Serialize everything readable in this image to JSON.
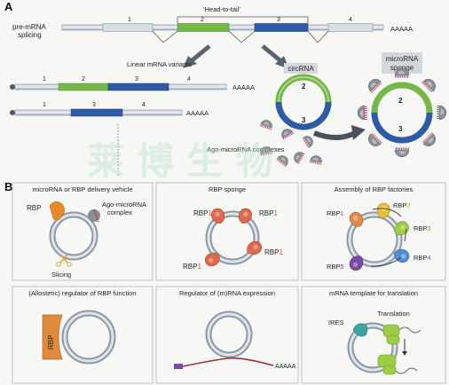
{
  "panel_a": {
    "letter": "A",
    "premrna": {
      "line1": "pre-mRNA",
      "line2": "splicing"
    },
    "exon_numbers": [
      "1",
      "2",
      "3",
      "4"
    ],
    "head_to_tail": "'Head-to-tail'",
    "polya": "AAAAA",
    "linear_variants": "Linear mRNA variants",
    "circrna": "circRNA",
    "circ_exons": [
      "2",
      "3"
    ],
    "sponge": {
      "line1": "microRNA",
      "line2": "sponge"
    },
    "ago_complexes": "Ago-microRNA complexes",
    "colors": {
      "exon2": "#74b84a",
      "exon3": "#2f5aa8",
      "intron": "#9aa7b6",
      "ago": "#8a8f96",
      "mirna": "#c8324a"
    }
  },
  "panel_b": {
    "letter": "B",
    "titles": [
      "microRNA or RBP delivery vehicle",
      "RBP sponge",
      "Assembly of RBP factories",
      "(Allosteric) regulator of RBP function",
      "Regulator of (m)RNA expression",
      "mRNA template for translation"
    ],
    "delivery": {
      "rbp": "RBP",
      "ago1": "Ago-microRNA",
      "ago2": "complex",
      "slicing": "Slicing"
    },
    "sponge_rbp": {
      "prefix": "RBP",
      "index": "1"
    },
    "factories": {
      "prefix": "RBP",
      "idx": [
        "1",
        "2",
        "3",
        "4",
        "5"
      ]
    },
    "allosteric": {
      "rbp": "RBP"
    },
    "regulator": {
      "polya": "AAAAA"
    },
    "translation": {
      "ires": "IRES",
      "translation": "Translation"
    },
    "colors": {
      "rbp_orange": "#e8892e",
      "rbp_red": "#dd6a4e",
      "yellow": "#e8c033",
      "green": "#9bcd45",
      "blue": "#4f8fd6",
      "purple": "#7a4aa6",
      "ires": "#38a8a0"
    }
  },
  "watermark": "莱博生物"
}
